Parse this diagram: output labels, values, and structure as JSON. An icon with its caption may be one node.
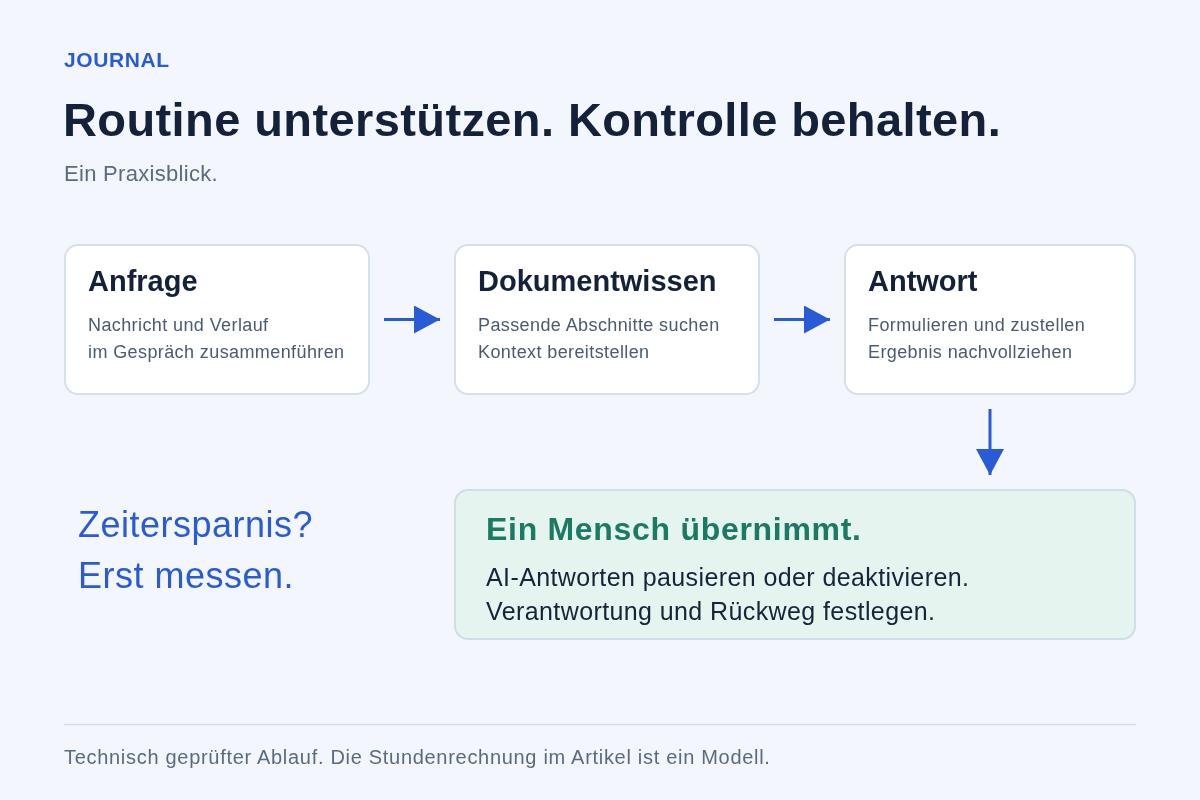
{
  "diagram": {
    "title": "Routine unterstützen. Kontrolle behalten.",
    "caption": "Technisch geprüfter Ablauf. Die Stundenrechnung im Artikel ist ein Modell.",
    "nodes": [
      {
        "text": [
          "Anfrage",
          "Nachricht und Verlauf im Gespräch zusammenführen"
        ]
      },
      {
        "text": [
          "Dokumentwissen",
          "Passende Abschnitte suchen Kontext bereitstellen"
        ]
      },
      {
        "text": [
          "Antwort",
          "Formulieren und zustellen Ergebnis nachvollziehen"
        ]
      },
      {
        "text": [
          "Ein Mensch übernimmt.",
          "AI-Antworten pausieren oder deaktivieren. Verantwortung und Rückweg festlegen."
        ]
      }
    ],
    "edges": [
      {
        "from": 0,
        "to": 1,
        "arrow": "to"
      },
      {
        "from": 1,
        "to": 2,
        "arrow": "to"
      },
      {
        "from": 2,
        "to": 3,
        "arrow": "to"
      }
    ],
    "labels": [
      "JOURNAL",
      "Ein Praxisblick.",
      "Zeitersparnis? Erst messen."
    ]
  }
}
